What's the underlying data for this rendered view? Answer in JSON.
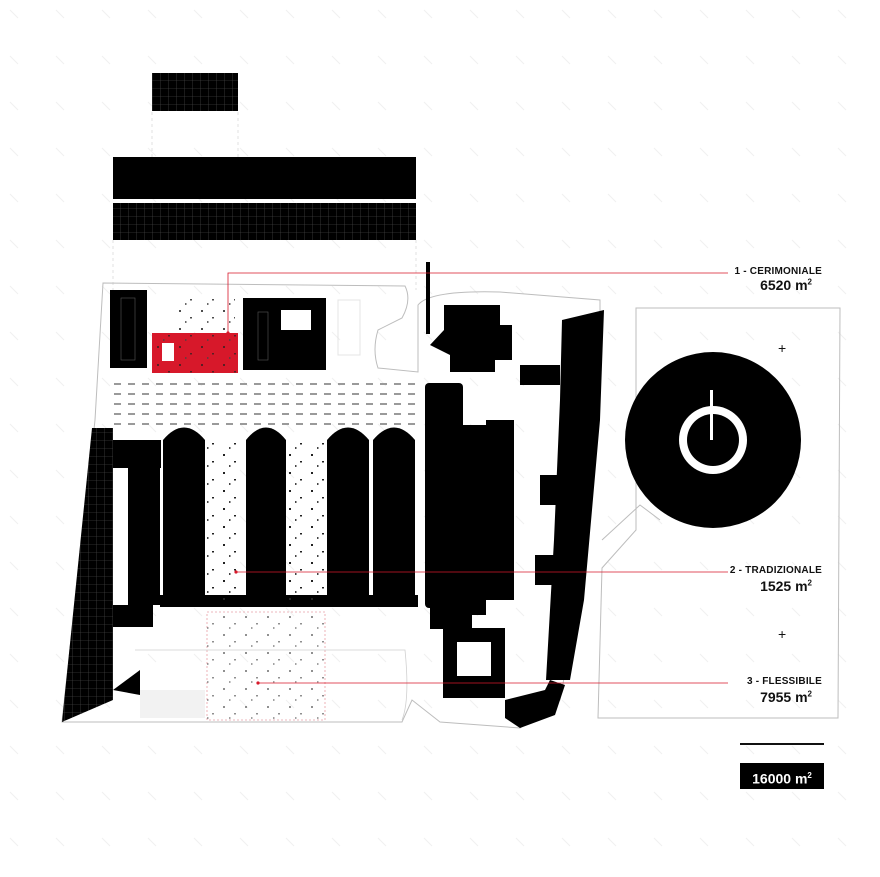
{
  "colors": {
    "ink": "#000000",
    "accent": "#d7182a",
    "paper": "#ffffff",
    "outline": "#bdbdbd"
  },
  "zones": [
    {
      "id": "1",
      "label": "1 - CERIMONIALE",
      "area": "6520 m",
      "unit_sup": "2"
    },
    {
      "id": "2",
      "label": "2 - TRADIZIONALE",
      "area": "1525 m",
      "unit_sup": "2"
    },
    {
      "id": "3",
      "label": "3 - FLESSIBILE",
      "area": "7955 m",
      "unit_sup": "2"
    }
  ],
  "total": {
    "value": "16000 m",
    "unit_sup": "2"
  },
  "markers": [
    "+",
    "+"
  ]
}
